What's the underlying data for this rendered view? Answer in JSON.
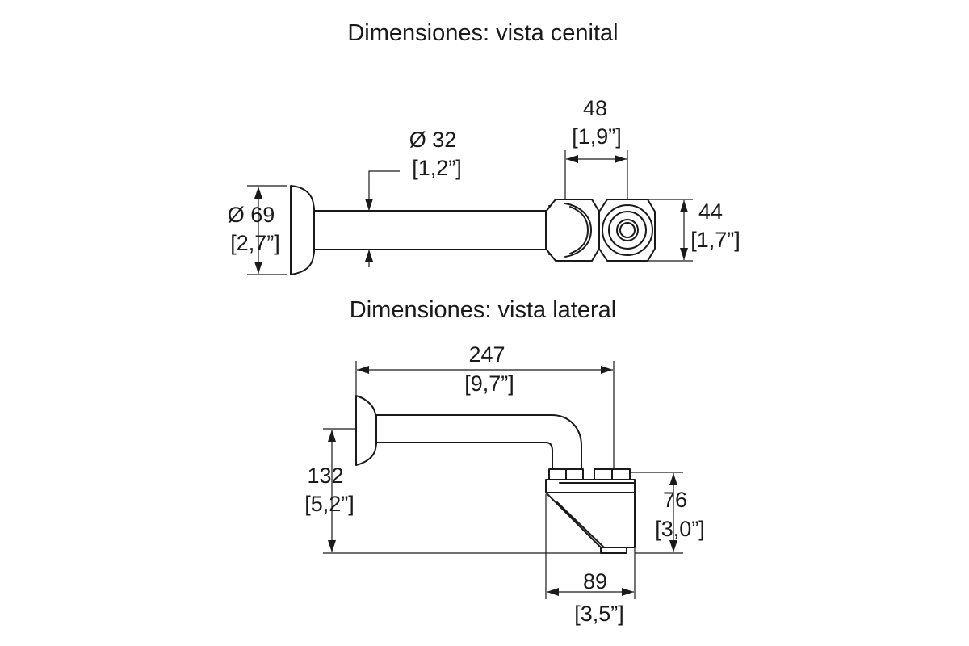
{
  "titles": {
    "top_view": "Dimensiones: vista cenital",
    "side_view": "Dimensiones: vista lateral"
  },
  "top_view": {
    "flange_diameter": {
      "value": "Ø 69",
      "inches": "[2,7”]"
    },
    "tube_diameter": {
      "value": "Ø 32",
      "inches": "[1,2”]"
    },
    "block_width": {
      "value": "48",
      "inches": "[1,9”]"
    },
    "block_depth": {
      "value": "44",
      "inches": "[1,7”]"
    }
  },
  "side_view": {
    "total_length": {
      "value": "247",
      "inches": "[9,7”]"
    },
    "total_height": {
      "value": "132",
      "inches": "[5,2”]"
    },
    "block_height": {
      "value": "76",
      "inches": "[3,0”]"
    },
    "block_length": {
      "value": "89",
      "inches": "[3,5”]"
    }
  }
}
